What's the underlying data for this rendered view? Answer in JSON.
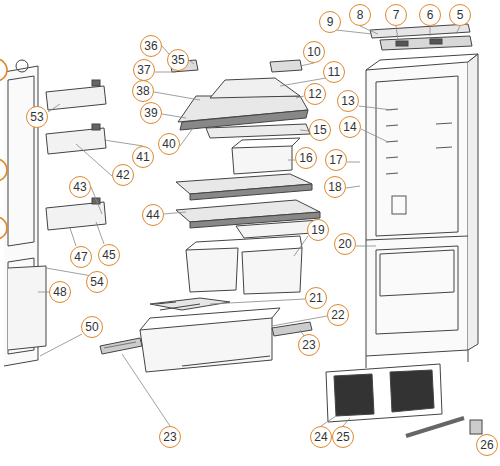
{
  "diagram": {
    "labels": [
      "5",
      "6",
      "7",
      "8",
      "9",
      "10",
      "11",
      "12",
      "13",
      "14",
      "15",
      "16",
      "17",
      "18",
      "19",
      "20",
      "21",
      "22",
      "23",
      "23",
      "24",
      "25",
      "26",
      "35",
      "36",
      "37",
      "38",
      "39",
      "40",
      "41",
      "42",
      "43",
      "44",
      "45",
      "47",
      "48",
      "50",
      "53",
      "54"
    ]
  }
}
